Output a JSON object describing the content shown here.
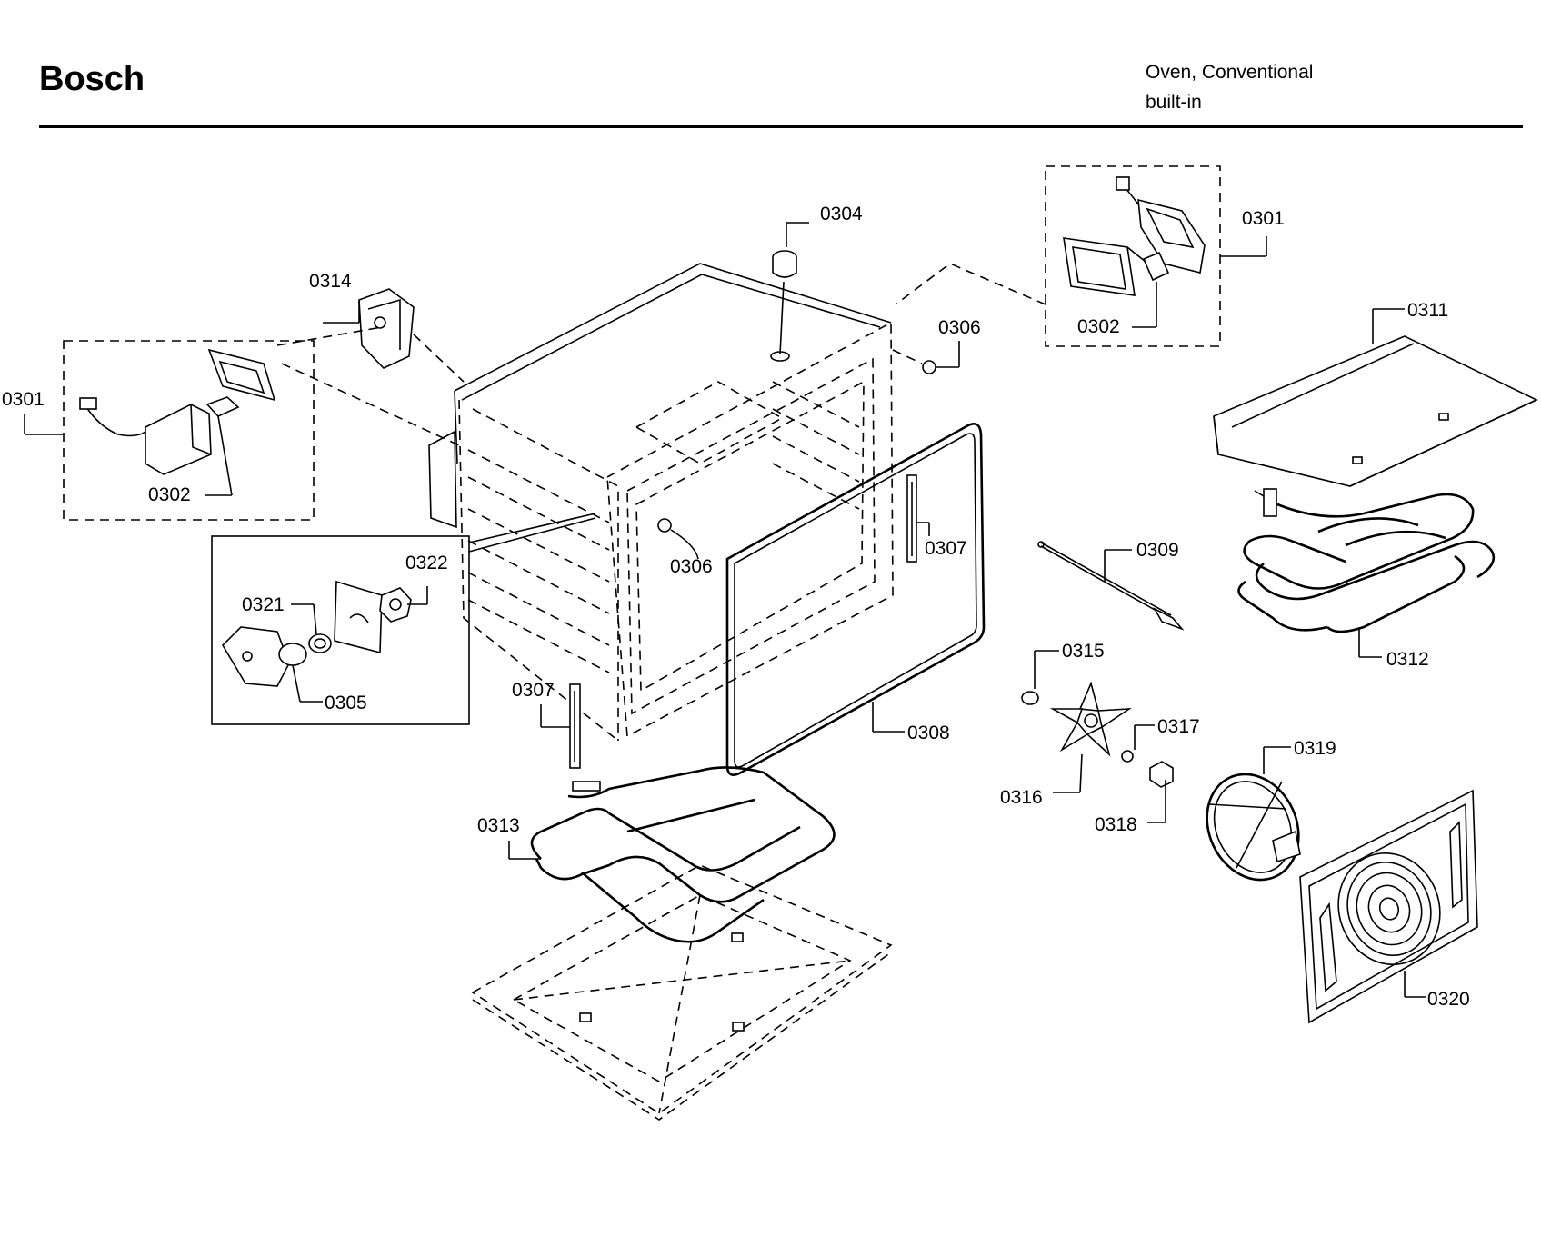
{
  "header": {
    "brand": "Bosch",
    "subtitle_line1": "Oven, Conventional",
    "subtitle_line2": "built-in"
  },
  "callouts": {
    "c0301_left": "0301",
    "c0302_left": "0302",
    "c0314": "0314",
    "c0304": "0304",
    "c0301_right": "0301",
    "c0302_right": "0302",
    "c0306_top": "0306",
    "c0311": "0311",
    "c0322": "0322",
    "c0321": "0321",
    "c0305": "0305",
    "c0306_mid": "0306",
    "c0307_right": "0307",
    "c0309": "0309",
    "c0312": "0312",
    "c0307_left": "0307",
    "c0308": "0308",
    "c0315": "0315",
    "c0317": "0317",
    "c0319": "0319",
    "c0316": "0316",
    "c0318": "0318",
    "c0313": "0313",
    "c0320": "0320"
  }
}
